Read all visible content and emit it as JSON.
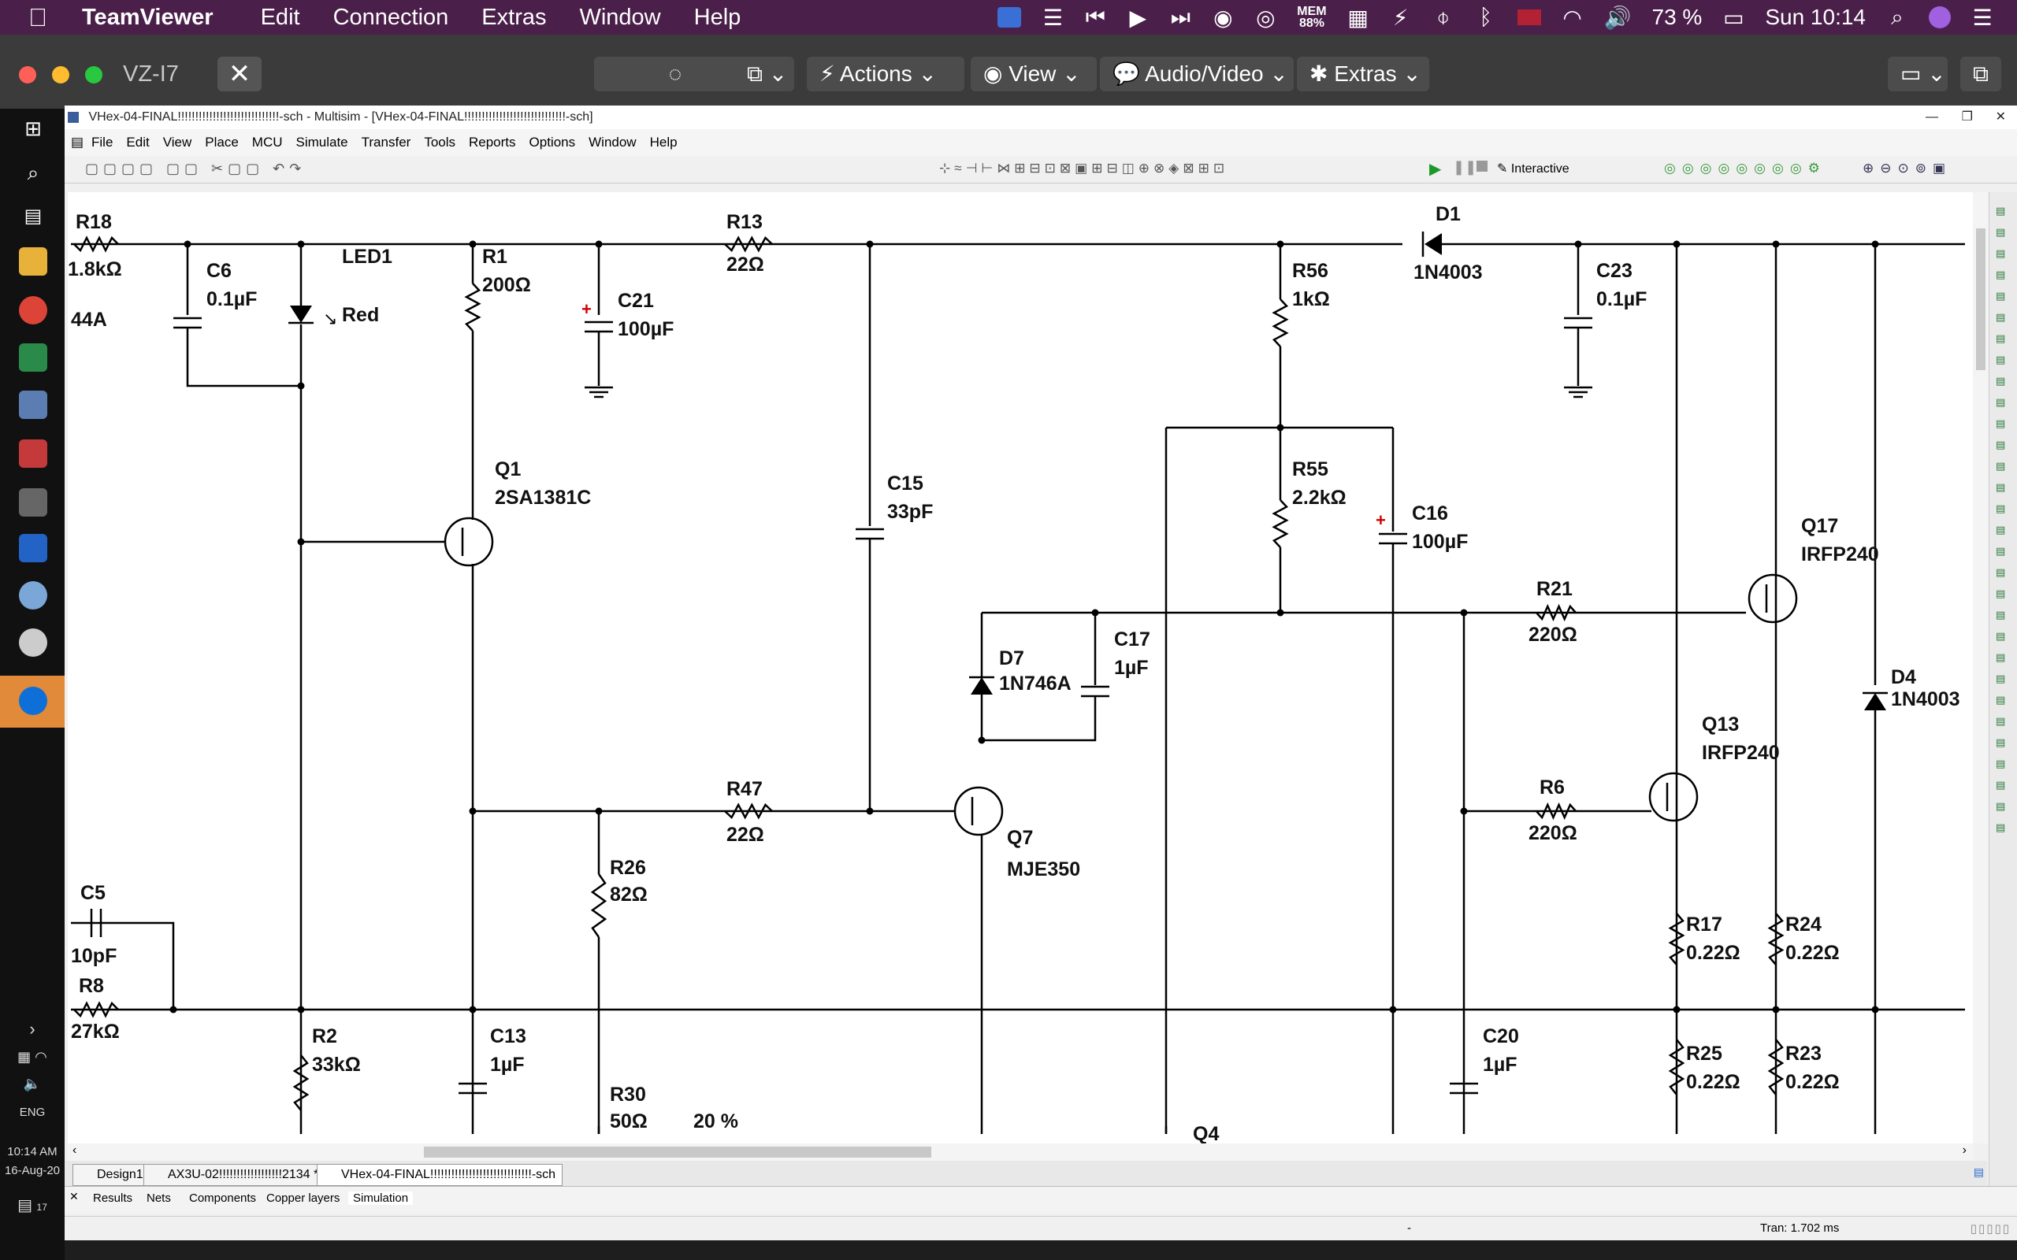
{
  "mac_menubar": {
    "app_name": "TeamViewer",
    "menus": [
      "Edit",
      "Connection",
      "Extras",
      "Window",
      "Help"
    ],
    "memory_label": "MEM",
    "memory_value": "88%",
    "battery": "73 %",
    "clock": "Sun 10:14"
  },
  "teamviewer": {
    "session_title": "VZ-I7",
    "actions_label": "Actions",
    "view_label": "View",
    "audio_video_label": "Audio/Video",
    "extras_label": "Extras"
  },
  "taskbar": {
    "time": "10:14 AM",
    "date": "16-Aug-20",
    "language": "ENG",
    "notifications": "17"
  },
  "multisim": {
    "window_title": "VHex-04-FINAL!!!!!!!!!!!!!!!!!!!!!!!!!!!!!-sch - Multisim - [VHex-04-FINAL!!!!!!!!!!!!!!!!!!!!!!!!!!!!!-sch]",
    "menus": [
      "File",
      "Edit",
      "View",
      "Place",
      "MCU",
      "Simulate",
      "Transfer",
      "Tools",
      "Reports",
      "Options",
      "Window",
      "Help"
    ],
    "mode": "Interactive",
    "doc_tabs": [
      "Design1",
      "AX3U-02!!!!!!!!!!!!!!!!!!2134 *",
      "VHex-04-FINAL!!!!!!!!!!!!!!!!!!!!!!!!!!!!!-sch"
    ],
    "bottom_tabs": [
      "Results",
      "Nets",
      "Components",
      "Copper layers",
      "Simulation"
    ],
    "status_mid": "-",
    "status_right": "Tran: 1.702 ms"
  },
  "schematic": {
    "labels": {
      "r18": "R18",
      "r18v": "1.8kΩ",
      "frag44": "44A",
      "c6": "C6",
      "c6v": "0.1µF",
      "led1": "LED1",
      "ledv": "Red",
      "r1": "R1",
      "r1v": "200Ω",
      "c21": "C21",
      "c21v": "100µF",
      "r13": "R13",
      "r13v": "22Ω",
      "d1": "D1",
      "d1v": "1N4003",
      "r56": "R56",
      "r56v": "1kΩ",
      "c23": "C23",
      "c23v": "0.1µF",
      "q1": "Q1",
      "q1v": "2SA1381C",
      "c15": "C15",
      "c15v": "33pF",
      "r55": "R55",
      "r55v": "2.2kΩ",
      "c16": "C16",
      "c16v": "100µF",
      "q17": "Q17",
      "q17v": "IRFP240",
      "r21": "R21",
      "r21v": "220Ω",
      "c17": "C17",
      "c17v": "1µF",
      "d7": "D7",
      "d7v": "1N746A",
      "d4": "D4",
      "d4v": "1N4003",
      "q13": "Q13",
      "q13v": "IRFP240",
      "r47": "R47",
      "r47v": "22Ω",
      "r6": "R6",
      "r6v": "220Ω",
      "q7": "Q7",
      "q7v": "MJE350",
      "c5": "C5",
      "c5v": "10pF",
      "r26": "R26",
      "r26v": "82Ω",
      "r17": "R17",
      "r17v": "0.22Ω",
      "r24": "R24",
      "r24v": "0.22Ω",
      "r8": "R8",
      "r8v": "27kΩ",
      "r2": "R2",
      "r2v": "33kΩ",
      "c13": "C13",
      "c13v": "1µF",
      "c20": "C20",
      "c20v": "1µF",
      "r25": "R25",
      "r25v": "0.22Ω",
      "r23": "R23",
      "r23v": "0.22Ω",
      "r30": "R30",
      "r30v": "50Ω",
      "pct": "20 %",
      "q4": "Q4"
    }
  }
}
